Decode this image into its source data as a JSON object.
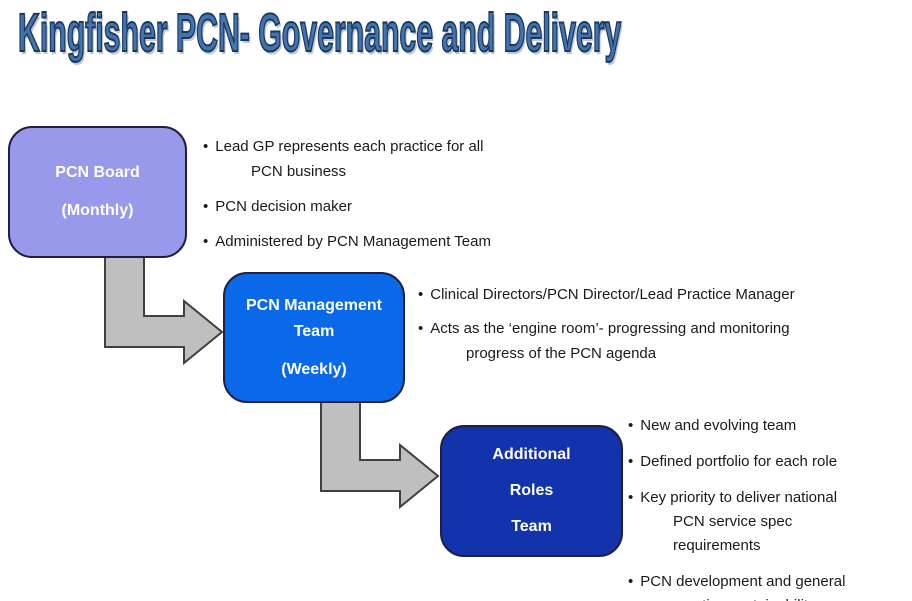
{
  "title": "Kingfisher PCN- Governance and Delivery",
  "colors": {
    "title_fill": "#4472AC",
    "title_outline": "#17375E",
    "box_border": "#1F1F3F",
    "box1_fill": "#9999EC",
    "box2_fill": "#0A69E8",
    "box3_fill": "#1233AC",
    "arrow_fill": "#BFBFBF",
    "arrow_border": "#404040",
    "bullet_text": "#1A1A1A"
  },
  "boxes": [
    {
      "name": "pcn-board",
      "lines": [
        "PCN Board",
        "(Monthly)"
      ],
      "bullets": [
        "Lead GP represents each practice for all PCN business",
        "PCN decision maker",
        "Administered by PCN Management Team"
      ]
    },
    {
      "name": "pcn-management-team",
      "lines": [
        "PCN Management Team",
        "(Weekly)"
      ],
      "bullets": [
        "Clinical Directors/PCN Director/Lead Practice Manager",
        "Acts as the ‘engine room’- progressing and monitoring progress of the PCN agenda"
      ]
    },
    {
      "name": "additional-roles-team",
      "lines": [
        "Additional",
        "Roles",
        "Team"
      ],
      "bullets": [
        "New and evolving team",
        "Defined portfolio for each role",
        "Key priority to deliver national PCN service spec requirements",
        "PCN development and general practice sustainability"
      ]
    }
  ]
}
